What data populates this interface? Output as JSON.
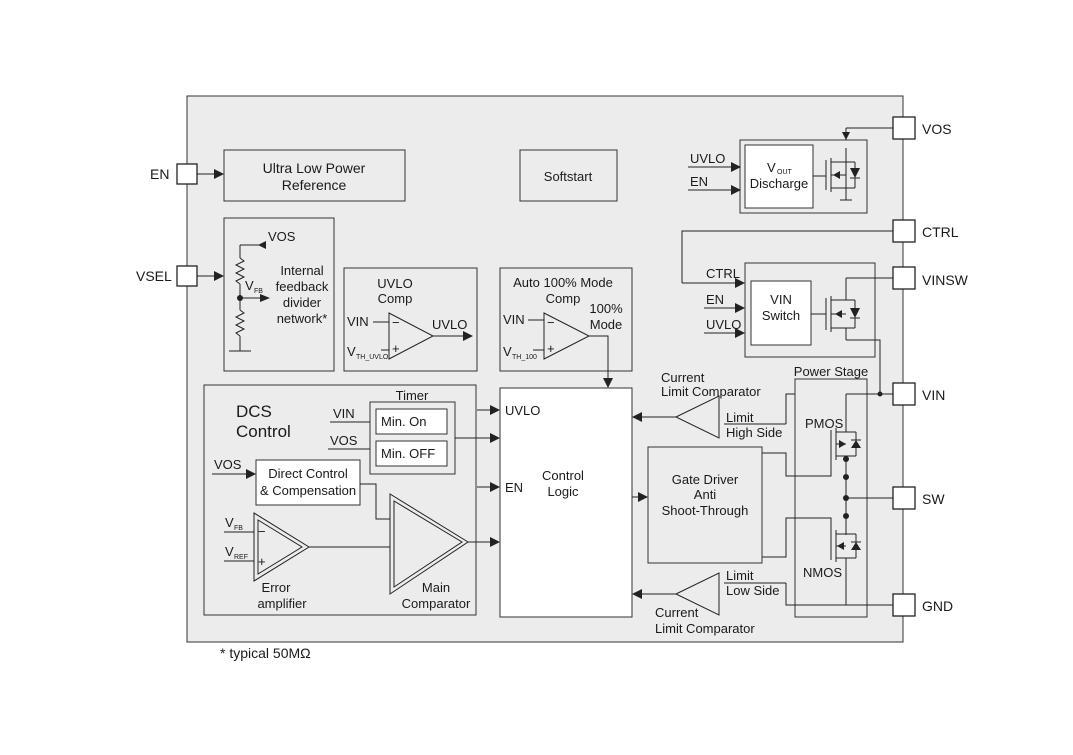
{
  "pins": {
    "en": "EN",
    "vsel": "VSEL",
    "vos": "VOS",
    "ctrl": "CTRL",
    "vinsw": "VINSW",
    "vin": "VIN",
    "sw": "SW",
    "gnd": "GND"
  },
  "blocks": {
    "reference_line1": "Ultra Low Power",
    "reference_line2": "Reference",
    "softstart": "Softstart",
    "vout_discharge_line1": "V",
    "vout_discharge_sub": "OUT",
    "vout_discharge_line2": "Discharge",
    "vin_switch_line1": "VIN",
    "vin_switch_line2": "Switch",
    "feedback_line1": "Internal",
    "feedback_line2": "feedback",
    "feedback_line3": "divider",
    "feedback_line4": "network*",
    "uvlo_comp_line1": "UVLO",
    "uvlo_comp_line2": "Comp",
    "auto100_line1": "Auto 100% Mode",
    "auto100_line2": "Comp",
    "auto100_out_line1": "100%",
    "auto100_out_line2": "Mode",
    "dcs_line1": "DCS",
    "dcs_line2": "Control",
    "timer": "Timer",
    "min_on": "Min. On",
    "min_off": "Min. OFF",
    "direct_control_line1": "Direct Control",
    "direct_control_line2": "& Compensation",
    "error_amp_line1": "Error",
    "error_amp_line2": "amplifier",
    "main_comp_line1": "Main",
    "main_comp_line2": "Comparator",
    "control_logic_line1": "Control",
    "control_logic_line2": "Logic",
    "gate_driver_line1": "Gate Driver",
    "gate_driver_line2": "Anti",
    "gate_driver_line3": "Shoot-Through",
    "power_stage": "Power Stage",
    "pmos": "PMOS",
    "nmos": "NMOS",
    "current_limit_top_line1": "Current",
    "current_limit_top_line2": "Limit Comparator",
    "current_limit_bot_line1": "Current",
    "current_limit_bot_line2": "Limit Comparator",
    "limit_high_line1": "Limit",
    "limit_high_line2": "High Side",
    "limit_low_line1": "Limit",
    "limit_low_line2": "Low Side"
  },
  "signals": {
    "uvlo": "UVLO",
    "en": "EN",
    "ctrl": "CTRL",
    "vos": "VOS",
    "vin": "VIN",
    "v": "V",
    "fb_sub": "FB",
    "ref_sub": "REF",
    "th_uvlo_sub": "TH_UVLO",
    "th_100_sub": "TH_100",
    "uvlo_out": "UVLO",
    "minus": "−",
    "plus": "+"
  },
  "footnote": "* typical 50MΩ"
}
